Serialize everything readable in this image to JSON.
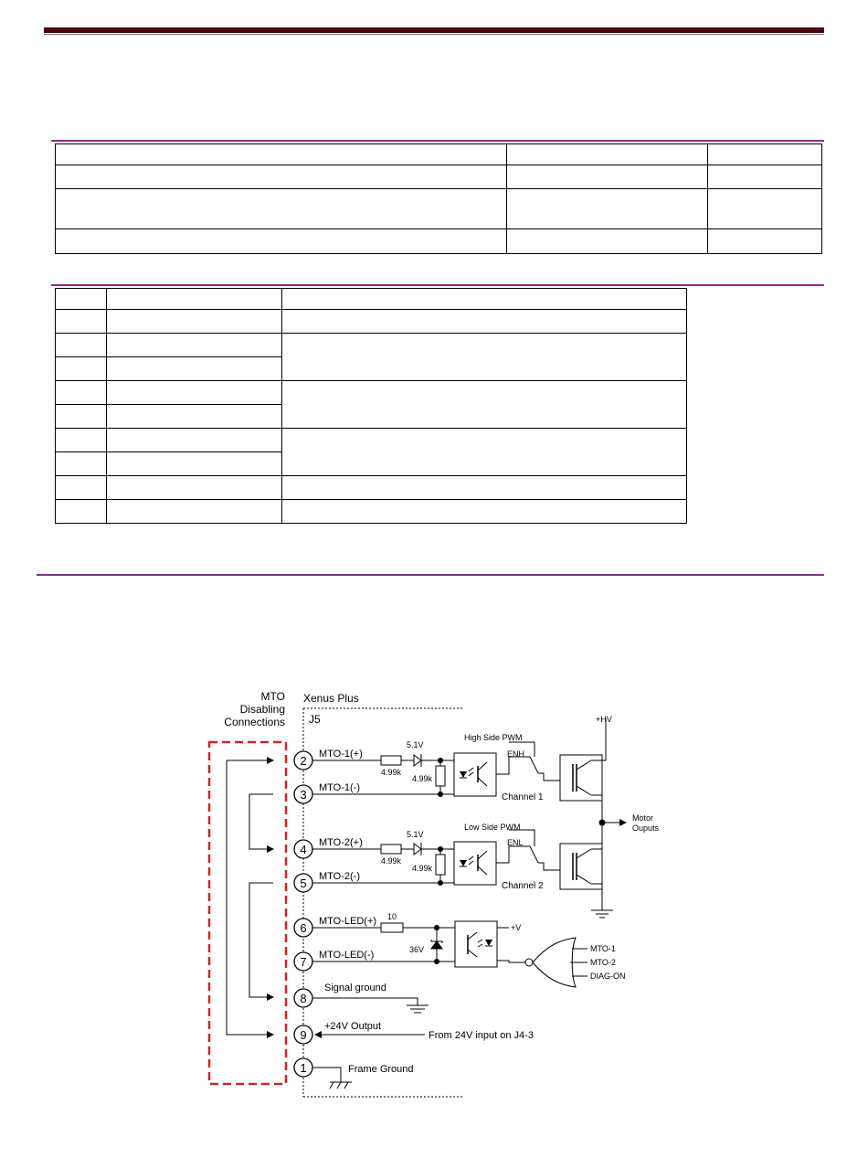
{
  "diagram": {
    "mto_label": [
      "MTO",
      "Disabling",
      "Connections"
    ],
    "product": "Xenus Plus",
    "connector": "J5",
    "pins": [
      {
        "num": "2",
        "name": "MTO-1(+)"
      },
      {
        "num": "3",
        "name": "MTO-1(-)"
      },
      {
        "num": "4",
        "name": "MTO-2(+)"
      },
      {
        "num": "5",
        "name": "MTO-2(-)"
      },
      {
        "num": "6",
        "name": "MTO-LED(+)"
      },
      {
        "num": "7",
        "name": "MTO-LED(-)"
      },
      {
        "num": "8",
        "name": "Signal ground"
      },
      {
        "num": "9",
        "name": "+24V Output"
      },
      {
        "num": "1",
        "name": "Frame Ground"
      }
    ],
    "zener_1": "5.1V",
    "zener_2": "5.1V",
    "resistor_series_1": "4.99k",
    "resistor_shunt_1": "4.99k",
    "resistor_series_2": "4.99k",
    "resistor_shunt_2": "4.99k",
    "resistor_led": "10",
    "zener_led": "36V",
    "channel_1": "Channel 1",
    "channel_2": "Channel 2",
    "high_side": "High Side PWM",
    "low_side": "Low Side PWM",
    "enh": "ENH",
    "enl": "ENL",
    "hv": "+HV",
    "plus_v": "+V",
    "motor_outputs": [
      "Motor",
      "Ouputs"
    ],
    "gate_inputs": [
      "MTO-1",
      "MTO-2",
      "DIAG-ON"
    ],
    "from_24v": "From 24V input on J4-3"
  },
  "colors": {
    "header_rule": "#4a0a0c",
    "section_rule": "#8e2a8e",
    "mto_box": "#c8282d"
  }
}
